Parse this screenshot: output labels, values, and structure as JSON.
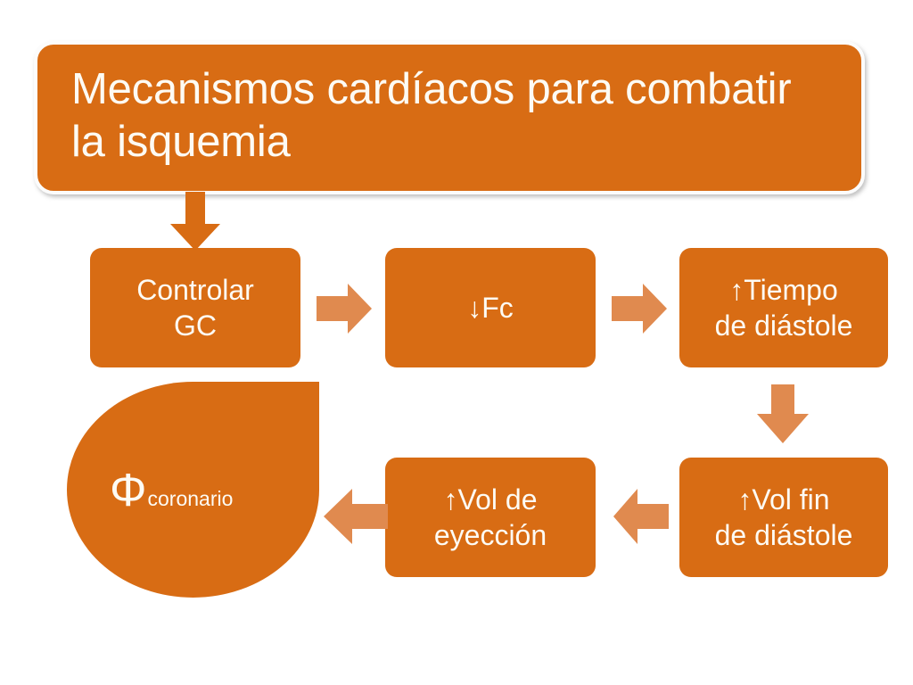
{
  "colors": {
    "primary_orange": "#D86C14",
    "light_orange_arrow": "#E08A4F",
    "text_on_orange": "#FDFBF4",
    "card_border": "#FCFCFC",
    "background": "#FFFFFF"
  },
  "title": {
    "text": "Mecanismos cardíacos para combatir\nla isquemia"
  },
  "nodes": {
    "controlar_gc": "Controlar\nGC",
    "fc": "↓Fc",
    "tiempo_diastole": "↑Tiempo\nde diástole",
    "vol_fin_diastole": "↑Vol fin\nde diástole",
    "vol_eyeccion": "↑Vol de\neyección",
    "phi_symbol": "Φ",
    "phi_subscript": "coronario"
  },
  "chart_data": {
    "type": "diagram",
    "title": "Mecanismos cardíacos para combatir la isquemia",
    "flow_nodes": [
      {
        "id": "title",
        "label": "Mecanismos cardíacos para combatir la isquemia",
        "shape": "rounded-rect-banner"
      },
      {
        "id": "controlar_gc",
        "label": "Controlar GC",
        "shape": "rounded-rect"
      },
      {
        "id": "fc",
        "label": "↓Fc",
        "shape": "rounded-rect"
      },
      {
        "id": "tiempo_diastole",
        "label": "↑Tiempo de diástole",
        "shape": "rounded-rect"
      },
      {
        "id": "vol_fin_diastole",
        "label": "↑Vol fin de diástole",
        "shape": "rounded-rect"
      },
      {
        "id": "vol_eyeccion",
        "label": "↑Vol de eyección",
        "shape": "rounded-rect"
      },
      {
        "id": "phi_coronario",
        "label": "Φcoronario",
        "shape": "teardrop"
      }
    ],
    "flow_edges": [
      {
        "from": "title",
        "to": "controlar_gc",
        "direction": "down"
      },
      {
        "from": "controlar_gc",
        "to": "fc",
        "direction": "right"
      },
      {
        "from": "fc",
        "to": "tiempo_diastole",
        "direction": "right"
      },
      {
        "from": "tiempo_diastole",
        "to": "vol_fin_diastole",
        "direction": "down"
      },
      {
        "from": "vol_fin_diastole",
        "to": "vol_eyeccion",
        "direction": "left"
      },
      {
        "from": "vol_eyeccion",
        "to": "phi_coronario",
        "direction": "left"
      }
    ]
  }
}
